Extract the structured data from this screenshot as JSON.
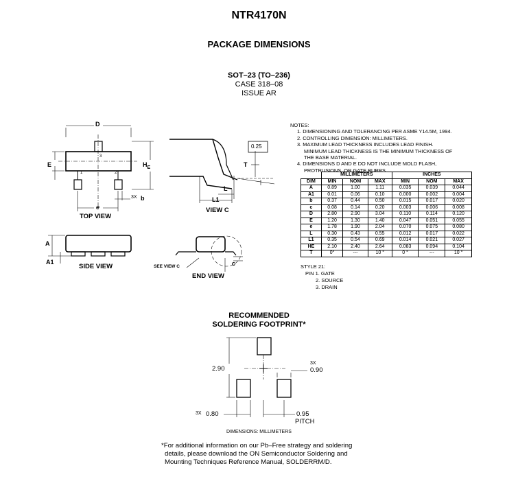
{
  "part_number": "NTR4170N",
  "section_title": "PACKAGE DIMENSIONS",
  "package": {
    "name": "SOT–23 (TO–236)",
    "case": "CASE 318–08",
    "issue": "ISSUE AR"
  },
  "view_labels": {
    "top_view": "TOP VIEW",
    "side_view": "SIDE VIEW",
    "end_view": "END VIEW",
    "view_c": "VIEW C",
    "see_view_c": "SEE VIEW C"
  },
  "drawing_labels": {
    "D": "D",
    "E": "E",
    "HE": "H",
    "HE_sub": "E",
    "e": "e",
    "b": "b",
    "bx": "3X",
    "A": "A",
    "A1": "A1",
    "L": "L",
    "L1": "L1",
    "T": "T",
    "c": "c",
    "pin1": "1",
    "pin2": "2",
    "pin3": "3",
    "gauge": "0.25"
  },
  "notes": {
    "heading": "NOTES:",
    "items": [
      "1.  DIMENSIONING AND TOLERANCING PER ASME Y14.5M, 1994.",
      "2.  CONTROLLING DIMENSION: MILLIMETERS.",
      "3.  MAXIMUM LEAD THICKNESS INCLUDES LEAD FINISH.",
      "MINIMUM LEAD THICKNESS IS THE MINIMUM THICKNESS OF",
      "THE BASE MATERIAL.",
      "4.  DIMENSIONS D AND E DO NOT INCLUDE MOLD FLASH,",
      "PROTRUSIONS, OR GATE BURRS."
    ]
  },
  "dim_table": {
    "group_mm": "MILLIMETERS",
    "group_in": "INCHES",
    "headers": [
      "DIM",
      "MIN",
      "NOM",
      "MAX",
      "MIN",
      "NOM",
      "MAX"
    ],
    "rows": [
      [
        "A",
        "0.89",
        "1.00",
        "1.11",
        "0.035",
        "0.039",
        "0.044"
      ],
      [
        "A1",
        "0.01",
        "0.06",
        "0.10",
        "0.000",
        "0.002",
        "0.004"
      ],
      [
        "b",
        "0.37",
        "0.44",
        "0.50",
        "0.015",
        "0.017",
        "0.020"
      ],
      [
        "c",
        "0.08",
        "0.14",
        "0.20",
        "0.003",
        "0.006",
        "0.008"
      ],
      [
        "D",
        "2.80",
        "2.90",
        "3.04",
        "0.110",
        "0.114",
        "0.120"
      ],
      [
        "E",
        "1.20",
        "1.30",
        "1.40",
        "0.047",
        "0.051",
        "0.055"
      ],
      [
        "e",
        "1.78",
        "1.90",
        "2.04",
        "0.070",
        "0.075",
        "0.080"
      ],
      [
        "L",
        "0.30",
        "0.43",
        "0.55",
        "0.012",
        "0.017",
        "0.022"
      ],
      [
        "L1",
        "0.35",
        "0.54",
        "0.69",
        "0.014",
        "0.021",
        "0.027"
      ],
      [
        "HE",
        "2.10",
        "2.40",
        "2.64",
        "0.083",
        "0.094",
        "0.104"
      ],
      [
        "T",
        "0°",
        "---",
        "10 °",
        "0 °",
        "---",
        "10 °"
      ]
    ]
  },
  "style": {
    "heading": "STYLE 21:",
    "pins": [
      "PIN 1.   GATE",
      "2.   SOURCE",
      "3.   DRAIN"
    ]
  },
  "recommended": {
    "line1": "RECOMMENDED",
    "line2": "SOLDERING FOOTPRINT*"
  },
  "footprint_labels": {
    "h": "2.90",
    "pad_w_prefix": "3X",
    "pad_w": "0.90",
    "pad_h_prefix": "3X",
    "pad_h": "0.80",
    "pitch": "0.95",
    "pitch_label": "PITCH"
  },
  "dimensions_unit": "DIMENSIONS: MILLIMETERS",
  "footnote": [
    "*For additional information on our Pb–Free strategy and soldering",
    "details, please download the ON Semiconductor Soldering and",
    "Mounting Techniques Reference Manual, SOLDERRM/D."
  ]
}
